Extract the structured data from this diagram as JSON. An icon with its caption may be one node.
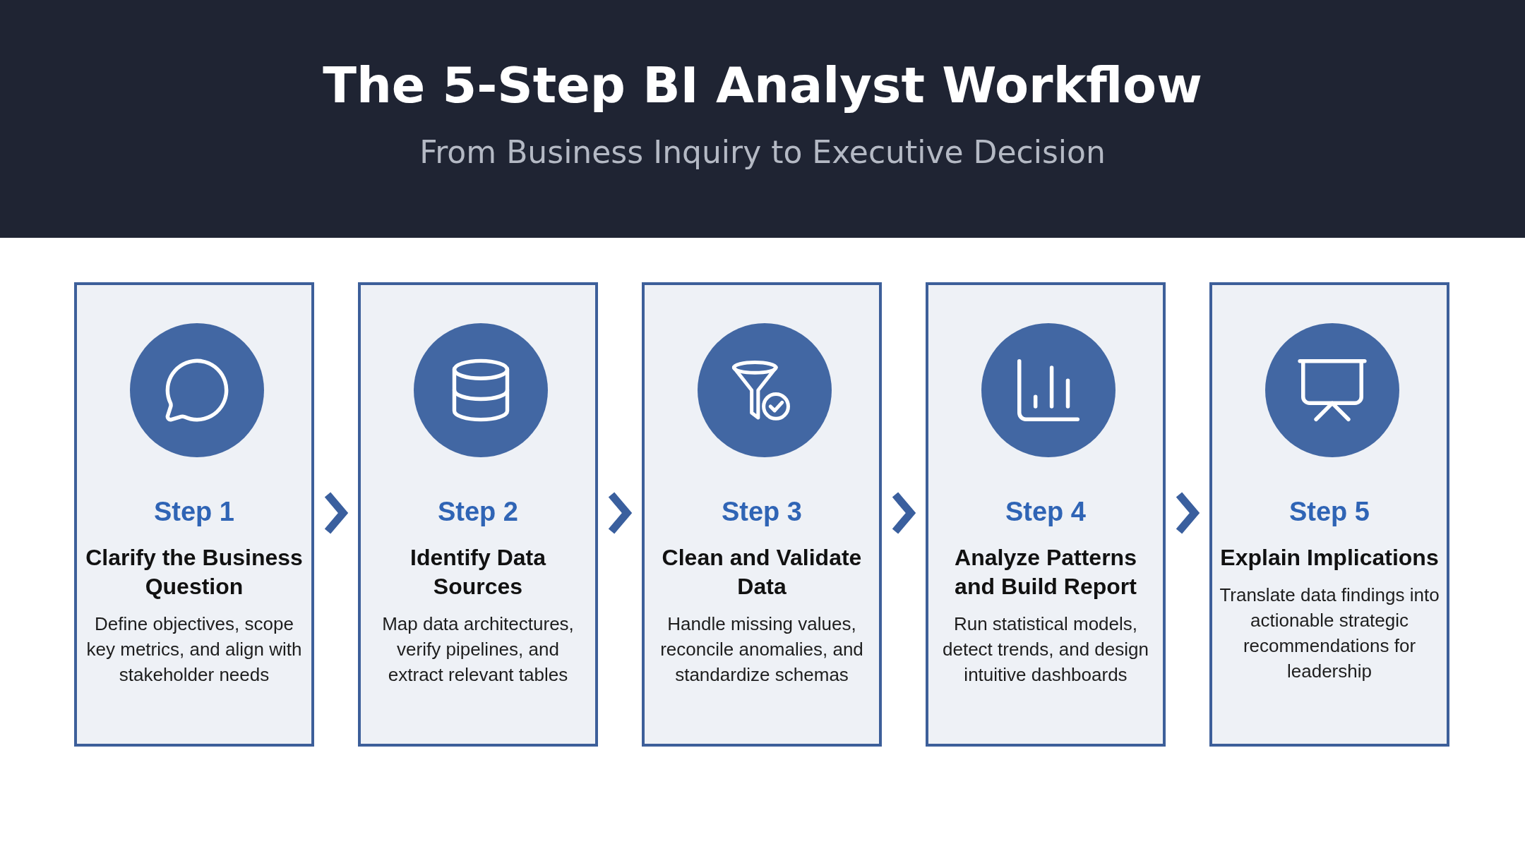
{
  "diagram": {
    "title": "The 5-Step BI Analyst Workflow",
    "caption": "From Business Inquiry to Executive Decision",
    "nodes": [
      {
        "text": [
          "Step 1",
          "Clarify the Business Question",
          "Define objectives, scope key metrics, and align with stakeholder needs"
        ]
      },
      {
        "text": [
          "Step 2",
          "Identify Data Sources",
          "Map data architectures, verify pipelines, and extract relevant tables"
        ]
      },
      {
        "text": [
          "Step 3",
          "Clean and Validate Data",
          "Handle missing values, reconcile anomalies, and standardize schemas"
        ]
      },
      {
        "text": [
          "Step 4",
          "Analyze Patterns and Build Report",
          "Run statistical models, detect trends, and design intuitive dashboards"
        ]
      },
      {
        "text": [
          "Step 5",
          "Explain Implications",
          "Translate data findings into actionable strategic recommendations for leadership"
        ]
      }
    ],
    "edges": [
      {
        "from": 0,
        "to": 1,
        "arrow": "to"
      },
      {
        "from": 1,
        "to": 2,
        "arrow": "to"
      },
      {
        "from": 2,
        "to": 3,
        "arrow": "to"
      },
      {
        "from": 3,
        "to": 4,
        "arrow": "to"
      }
    ]
  }
}
